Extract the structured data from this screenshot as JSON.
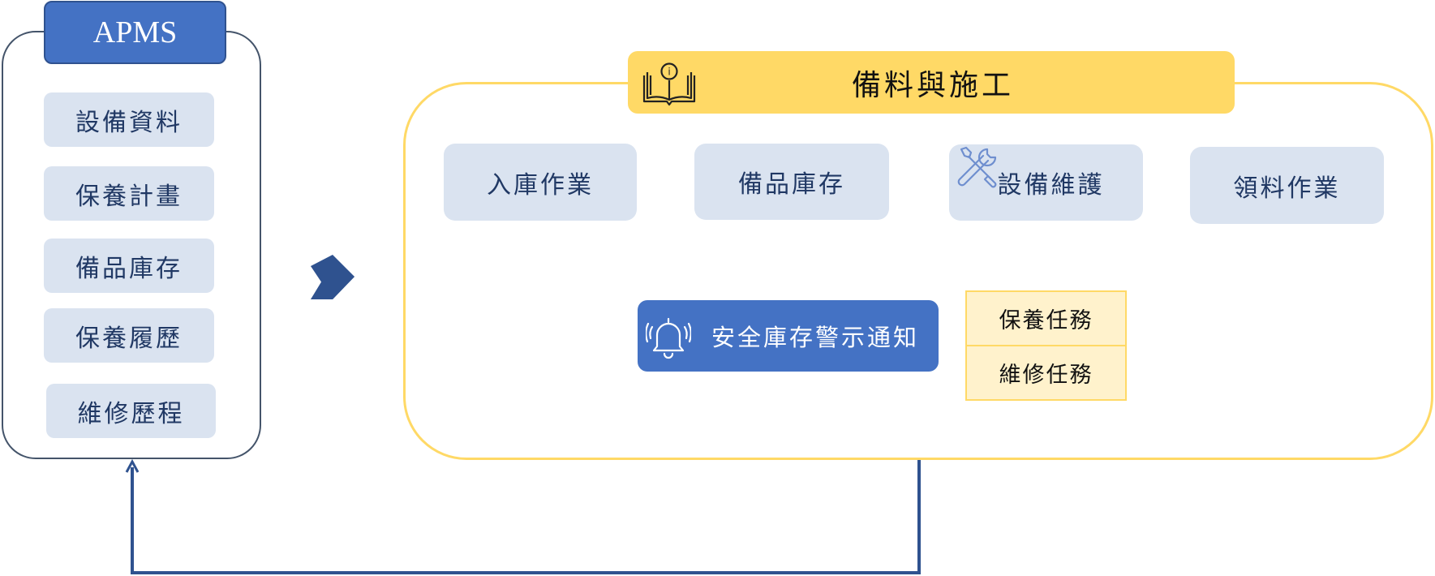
{
  "apms": {
    "title": "APMS",
    "modules": [
      "設備資料",
      "保養計畫",
      "備品庫存",
      "保養履歷",
      "維修歷程"
    ]
  },
  "process": {
    "title": "備料與施工",
    "steps": [
      "入庫作業",
      "備品庫存",
      "設備維護",
      "領料作業"
    ],
    "alert": "安全庫存警示通知",
    "tasks": [
      "保養任務",
      "維修任務"
    ]
  },
  "icons": {
    "process_title": "book-info-icon",
    "equipment_maintenance": "wrench-screwdriver-icon",
    "alert": "alarm-bell-icon"
  },
  "colors": {
    "primary_blue": "#4472c4",
    "dark_blue": "#2f528f",
    "pill_blue": "#dae3f0",
    "accent_yellow": "#ffd966",
    "task_yellow": "#fff2cc",
    "frame_gray": "#44546a"
  }
}
